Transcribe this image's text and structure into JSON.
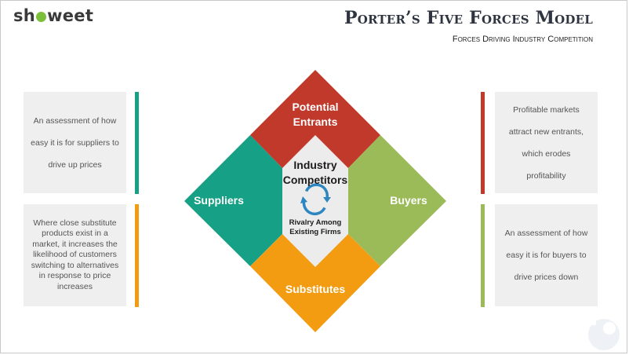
{
  "brand": {
    "logo_left": "sh",
    "logo_right": "weet",
    "accent": "#7cbf3a"
  },
  "header": {
    "title": "Porter’s Five Forces Model",
    "subtitle": "Forces Driving Industry Competition"
  },
  "forces": {
    "top": {
      "label_line1": "Potential",
      "label_line2": "Entrants",
      "color": "#c0392b"
    },
    "left": {
      "label": "Suppliers",
      "color": "#16a085"
    },
    "right": {
      "label": "Buyers",
      "color": "#9bbb59"
    },
    "bottom": {
      "label": "Substitutes",
      "color": "#f39c12"
    },
    "center": {
      "title_line1": "Industry",
      "title_line2": "Competitors",
      "sub_line1": "Rivalry Among",
      "sub_line2": "Existing Firms",
      "icon": "cycle-arrows-icon",
      "icon_color": "#2e86c1",
      "color": "#ececec"
    }
  },
  "notes": {
    "suppliers": {
      "lines": [
        "An assessment of how",
        "easy it is for suppliers to",
        "drive up prices"
      ]
    },
    "substitutes": {
      "lines": [
        "Where close substitute",
        "products exist in a",
        "market, it increases the",
        "likelihood of customers",
        "switching to alternatives",
        "in response to price",
        "increases"
      ]
    },
    "entrants": {
      "lines": [
        "Profitable markets",
        "attract new entrants,",
        "which erodes",
        "profitability"
      ]
    },
    "buyers": {
      "lines": [
        "An assessment of how",
        "easy it is for buyers to",
        "drive prices down"
      ]
    }
  }
}
